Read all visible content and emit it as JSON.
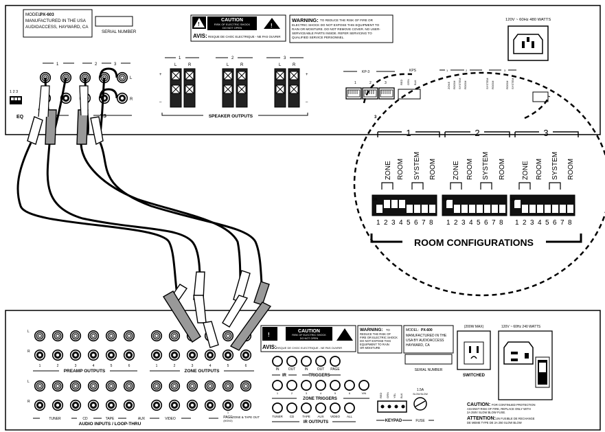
{
  "top_unit": {
    "model_label": "MODEL:",
    "model": "PX-603",
    "mfg_line1": "MANUFACTURED IN THE USA",
    "mfg_line2": "AUDIOACCESS, HAYWARD, CA",
    "serial_label": "SERIAL NUMBER",
    "caution_title": "CAUTION",
    "caution_line1": "RISK OF ELECTRIC SHOCK",
    "caution_line2": "DO NOT OPEN",
    "avis_label": "AVIS:",
    "avis_text": "RISQUE DE CHOC ELECTRIQUE - NE PAS OUVRIR",
    "warning_title": "WARNING:",
    "warning_lines": [
      "TO REDUCE THE RISK OF FIRE OR",
      "ELECTRIC SHOCK DO NOT EXPOSE THIS EQUIPMENT TO",
      "RAIN OR MOISTURE.  DO NOT REMOVE COVER.  NO USER-",
      "SERVICEABLE PARTS INSIDE.  REFER SERVICING TO",
      "QUALIFIED SERVICE PERSONNEL."
    ],
    "power_label": "120V ~ 60Hz  480 WATTS",
    "eq_label": "EQ",
    "eq_numbers": "1 2 3",
    "zone_nums": [
      "1",
      "2",
      "3"
    ],
    "inputs_label": "TS",
    "speaker_outputs_label": "SPEAKER OUTPUTS",
    "lr_left": "L",
    "lr_right": "R",
    "plus": "+",
    "minus": "–",
    "kp3_label": "KP-3",
    "kps_label": "KPS",
    "kp_nums": [
      "1",
      "2",
      "3"
    ],
    "kps_wires": [
      "RED",
      "GRN",
      "BLK"
    ],
    "room_mini_labels": [
      "ZONE",
      "ROOM",
      "SYSTEM",
      "ROOM"
    ]
  },
  "room_config": {
    "group_nums": [
      "1",
      "2",
      "3"
    ],
    "labels": [
      "ZONE",
      "ROOM",
      "SYSTEM",
      "ROOM"
    ],
    "on_label": "ON",
    "switch_nums": [
      "1",
      "2",
      "3",
      "4",
      "5",
      "6",
      "7",
      "8"
    ],
    "title": "ROOM CONFIGURATIONS"
  },
  "bottom_unit": {
    "preamp_outputs": "PREAMP OUTPUTS",
    "zone_outputs": "ZONE OUTPUTS",
    "audio_inputs": "AUDIO INPUTS / LOOP-THRU",
    "jack_nums": [
      "1",
      "2",
      "3",
      "4",
      "5",
      "6"
    ],
    "source_labels": [
      "TUNER",
      "CD",
      "TAPE",
      "AUX",
      "VIDEO",
      "PAGE",
      "ZONE & TAPE OUT"
    ],
    "page_sub": "(MONO)",
    "l": "L",
    "r": "R",
    "caution_title": "CAUTION",
    "caution_line1": "RISK OF ELECTRIC SHOCK",
    "caution_line2": "DO NOT OPEN",
    "avis_label": "AVIS:",
    "avis_text": "RISQUE DE CHOC ELECTRIQUE - NE PAS OUVRIR",
    "warning_title": "WARNING:",
    "warning_lines": [
      "TO",
      "REDUCE THE RISK OF",
      "FIRE OR ELECTRIC SHOCK",
      "DO NOT EXPOSE THIS",
      "EQUIPMENT TO RAIN",
      "OR MOISTURE"
    ],
    "model_label": "MODEL:",
    "model": "PX-600",
    "mfg_lines": [
      "MANUFACTURED IN THE",
      "USA BY AUDIOACCESS",
      "HAYWARD, CA"
    ],
    "serial_label": "SERIAL NUMBER",
    "outlet_max": "(200W MAX)",
    "switched": "SWITCHED",
    "power_label": "120V ~  60Hz  240 WATTS",
    "ir_in": "IN",
    "ir_out": "OUT",
    "ir_label": "IR",
    "trig_in": "IN",
    "trig_out": "OUT",
    "trig_page": "PAGE",
    "triggers": "TRIGGERS",
    "zone_trig_nums": [
      "1",
      "2",
      "3",
      "4",
      "5",
      "6",
      "VIN"
    ],
    "zone_triggers": "ZONE TRIGGERS",
    "ir_outputs_labels": [
      "TUNER",
      "CD",
      "TAPE",
      "AUX",
      "VIDEO",
      "ALL"
    ],
    "ir_outputs": "IR OUTPUTS",
    "keypad_wires": [
      "RED",
      "GRN",
      "YEL",
      "BLK"
    ],
    "keypad": "KEYPAD",
    "fuse_rating": "1.5A",
    "fuse_type": "SLOW BLOW",
    "fuse": "FUSE",
    "caution2_title": "CAUTION:",
    "caution2_lines": [
      "FOR CONTINUED PROTECTION",
      "AGAINST RISK OF FIRE, REPLACE ONLY WITH",
      "2A 250V SLOW BLOW FUSE."
    ],
    "attention_title": "ATTENTION:",
    "attention_lines": [
      "UN FUSIBLE DE RECHANGE",
      "DE MEME TYPE DE 2A 250 SLOW BLOW"
    ]
  }
}
